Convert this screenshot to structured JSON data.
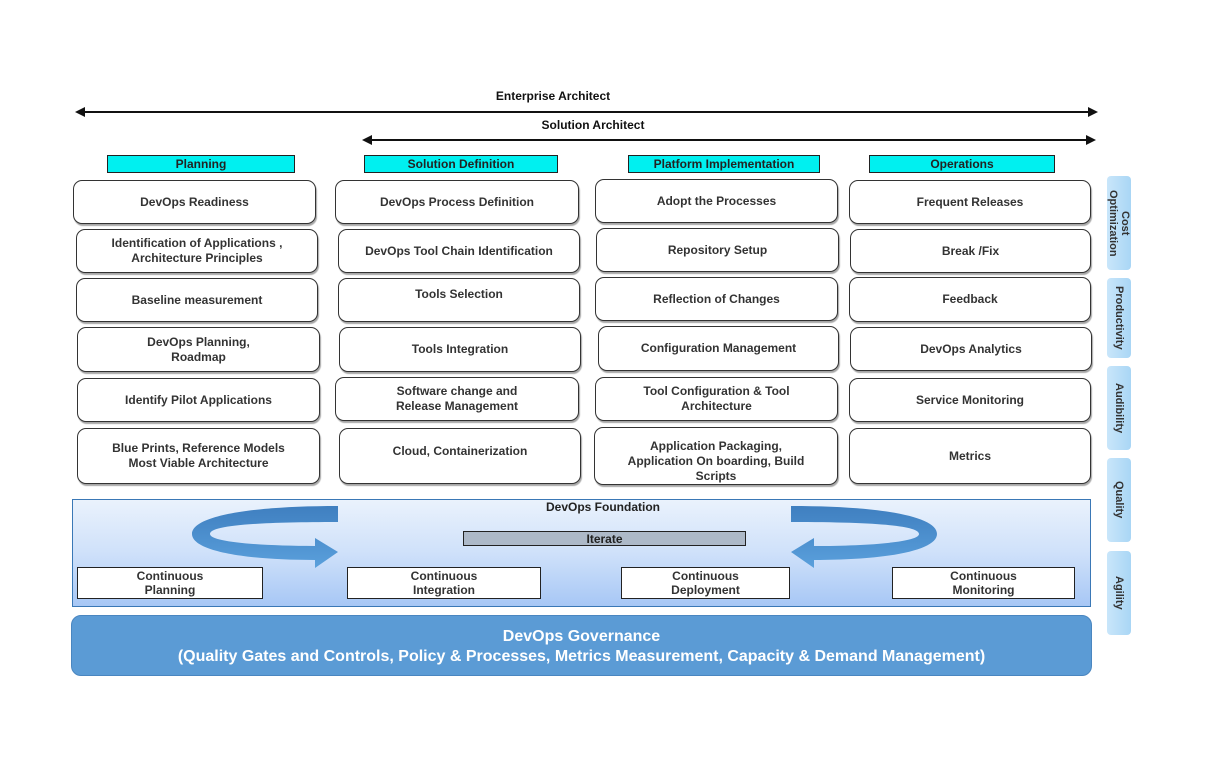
{
  "roles": {
    "enterprise_architect": "Enterprise Architect",
    "solution_architect": "Solution Architect"
  },
  "phases": [
    {
      "title": "Planning",
      "items": [
        "DevOps Readiness",
        "Identification of Applications ,\n      Architecture  Principles",
        "Baseline measurement",
        "DevOps Planning,\nRoadmap",
        "Identify Pilot Applications",
        "Blue Prints, Reference Models\n   Most Viable Architecture"
      ]
    },
    {
      "title": "Solution Definition",
      "items": [
        "DevOps Process Definition",
        "DevOps Tool Chain Identification",
        "Tools  Selection",
        "Tools Integration",
        "Software change and\nRelease Management",
        "Cloud, Containerization"
      ]
    },
    {
      "title": "Platform Implementation",
      "items": [
        "Adopt the Processes",
        "Repository  Setup",
        "Reflection of Changes",
        "Configuration Management",
        "Tool Configuration & Tool\nArchitecture",
        "Application Packaging,\nApplication On boarding, Build\nScripts"
      ]
    },
    {
      "title": "Operations",
      "items": [
        "Frequent Releases",
        "Break /Fix",
        "Feedback",
        "DevOps Analytics",
        "Service  Monitoring",
        "Metrics"
      ]
    }
  ],
  "side_labels": [
    "Cost\nOptimization",
    "Productivity",
    "Audibility",
    "Quality",
    "Agility"
  ],
  "foundation": {
    "title": "DevOps Foundation",
    "iterate": "Iterate",
    "stages": [
      "Continuous\nPlanning",
      "Continuous\nIntegration",
      "Continuous\nDeployment",
      "Continuous\nMonitoring"
    ]
  },
  "governance": {
    "title": "DevOps Governance",
    "subtitle": "(Quality Gates and Controls, Policy & Processes, Metrics Measurement, Capacity & Demand Management)"
  },
  "colors": {
    "phase_header": "#00f0f0",
    "governance": "#5b9bd5",
    "side_label": "#b9ddf7",
    "iterate": "#adb9c8",
    "cycle_arrow": "#4a8fd0"
  }
}
